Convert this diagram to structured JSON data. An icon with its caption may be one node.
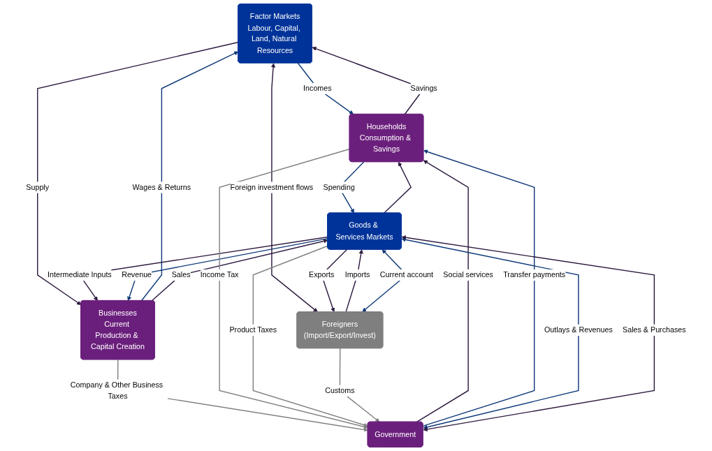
{
  "diagram": {
    "nodes": [
      {
        "text": [
          "Factor Markets",
          "Labour, Capital, Land, Natural Resources"
        ]
      },
      {
        "text": [
          "Households",
          "Consumption & Savings"
        ]
      },
      {
        "text": [
          "Businesses",
          "Current Production & Capital Creation"
        ]
      },
      {
        "text": [
          "Goods & Services Markets"
        ]
      },
      {
        "text": [
          "Government"
        ]
      },
      {
        "text": [
          "Foreigners",
          "(Import/Export/Invest)"
        ]
      }
    ],
    "edges": [
      {
        "from": 1,
        "to": 0,
        "arrow": "to",
        "label": "Savings"
      },
      {
        "from": 0,
        "to": 1,
        "arrow": "to",
        "label": "Incomes",
        "color": "#0f3a7a"
      },
      {
        "from": 0,
        "to": 2,
        "arrow": "to",
        "label": "Supply"
      },
      {
        "from": 2,
        "to": 0,
        "arrow": "to",
        "label": "Wages & Returns",
        "color": "#0f3a7a"
      },
      {
        "from": 3,
        "to": 2,
        "arrow": "to",
        "label": "Intermediate Inputs"
      },
      {
        "from": 1,
        "to": 3,
        "arrow": "to",
        "label": "Spending",
        "color": "#0f3a7a"
      },
      {
        "from": 3,
        "to": 1,
        "arrow": "to"
      },
      {
        "from": 3,
        "to": 2,
        "arrow": "to",
        "label": "Revenue",
        "color": "#0f3a7a"
      },
      {
        "from": 2,
        "to": 3,
        "arrow": "to",
        "label": "Sales"
      },
      {
        "from": 0,
        "to": 5,
        "arrow": "both",
        "label": "Foreign investment flows"
      },
      {
        "from": 2,
        "to": 4,
        "arrow": "to",
        "label": "Company & Other Business Taxes",
        "color": "#808080"
      },
      {
        "from": 1,
        "to": 4,
        "arrow": "to",
        "label": "Income Tax",
        "color": "#808080"
      },
      {
        "from": 4,
        "to": 1,
        "arrow": "to",
        "label": "Social services"
      },
      {
        "from": 4,
        "to": 1,
        "arrow": "to",
        "label": "Transfer payments",
        "color": "#0f3a7a"
      },
      {
        "from": 4,
        "to": 3,
        "arrow": "both",
        "label": "Outlays & Revenues",
        "color": "#0f3a7a"
      },
      {
        "from": 4,
        "to": 3,
        "arrow": "both",
        "label": "Sales & Purchases"
      },
      {
        "from": 3,
        "to": 4,
        "arrow": "to",
        "label": "Product Taxes",
        "color": "#808080"
      },
      {
        "from": 5,
        "to": 4,
        "arrow": "to",
        "label": "Customs",
        "color": "#808080"
      },
      {
        "from": 3,
        "to": 5,
        "arrow": "to",
        "label": "Exports"
      },
      {
        "from": 5,
        "to": 3,
        "arrow": "to",
        "label": "Imports"
      },
      {
        "from": 5,
        "to": 3,
        "arrow": "both",
        "label": "Current account",
        "color": "#0f3a7a"
      }
    ]
  }
}
